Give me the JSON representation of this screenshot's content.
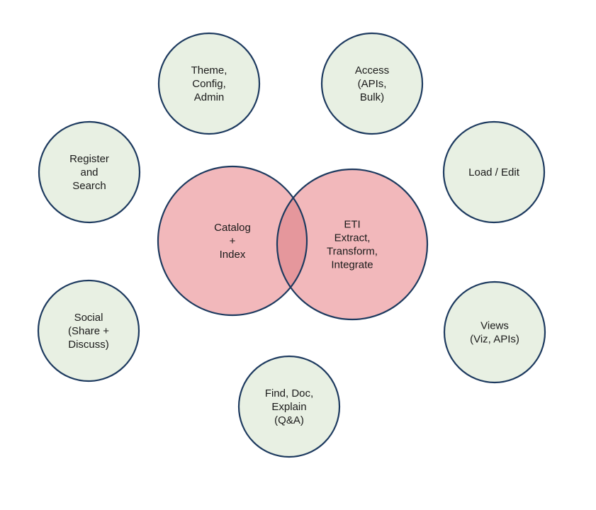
{
  "colors": {
    "outer_fill": "#e8f0e3",
    "outer_stroke": "#1d3a5f",
    "core_fill": "#f2b8bb",
    "core_overlap": "#e5979c",
    "core_stroke": "#1d3a5f",
    "text": "#1a1a1a"
  },
  "core": {
    "left": {
      "lines": [
        "Catalog",
        "+",
        "Index"
      ]
    },
    "right": {
      "lines": [
        "ETI",
        "Extract,",
        "Transform,",
        "Integrate"
      ]
    }
  },
  "satellites": [
    {
      "id": "theme-config-admin",
      "lines": [
        "Theme,",
        "Config,",
        "Admin"
      ]
    },
    {
      "id": "access",
      "lines": [
        "Access",
        "(APIs,",
        "Bulk)"
      ]
    },
    {
      "id": "load-edit",
      "lines": [
        "Load / Edit"
      ]
    },
    {
      "id": "views",
      "lines": [
        "Views",
        "(Viz, APIs)"
      ]
    },
    {
      "id": "find-doc-explain",
      "lines": [
        "Find, Doc,",
        "Explain",
        "(Q&A)"
      ]
    },
    {
      "id": "social",
      "lines": [
        "Social",
        "(Share +",
        "Discuss)"
      ]
    },
    {
      "id": "register-search",
      "lines": [
        "Register",
        "and",
        "Search"
      ]
    }
  ]
}
